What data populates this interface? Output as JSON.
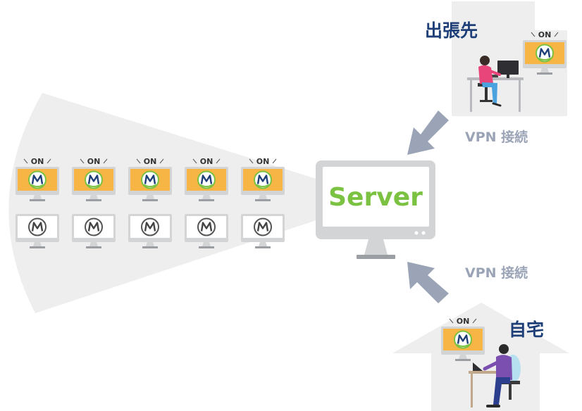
{
  "server": {
    "label": "Server"
  },
  "on_label": "ON",
  "remote_sites": [
    {
      "name": "出張先",
      "connection": "VPN 接続"
    },
    {
      "name": "自宅",
      "connection": "VPN 接続"
    }
  ],
  "monitor_grid": {
    "rows": [
      {
        "state": "on",
        "count": 5
      },
      {
        "state": "off",
        "count": 5
      }
    ]
  },
  "colors": {
    "on_screen": "#f7b545",
    "server_text": "#7cc242",
    "arrow": "#9aa4b6",
    "site_text": "#1e3f77",
    "house_bg": "#eeeeee",
    "monitor_frame": "#d3d4d6",
    "vpn_text": "#9aa4b6",
    "logo_green": "#7cc242",
    "logo_navy": "#1e3f77"
  }
}
